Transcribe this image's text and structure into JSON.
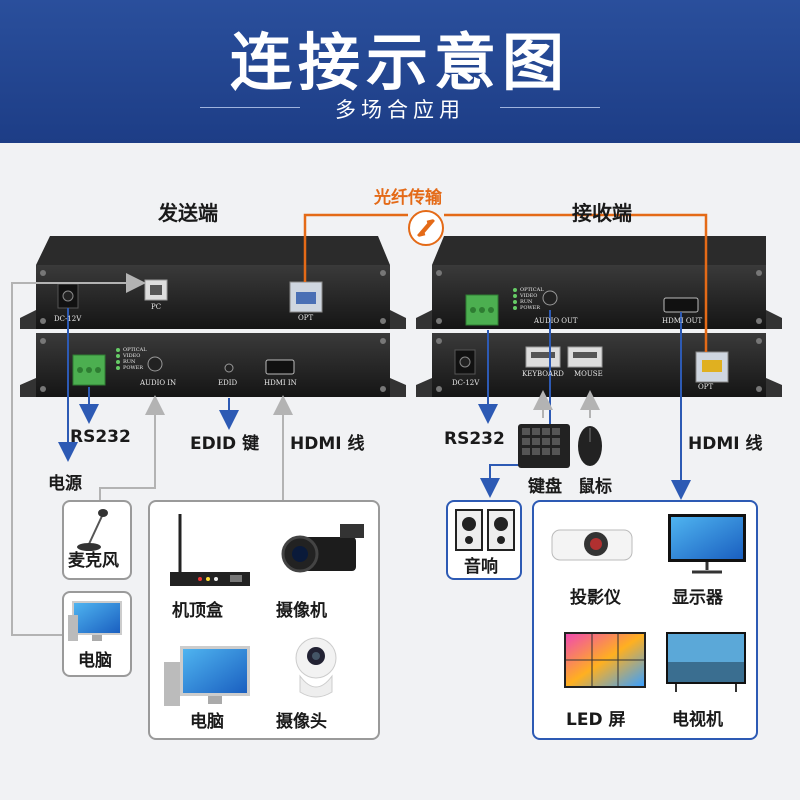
{
  "header": {
    "title": "连接示意图",
    "subtitle": "多场合应用"
  },
  "sections": {
    "sender": "发送端",
    "receiver": "接收端",
    "fiber": "光纤传输"
  },
  "sender_ports": {
    "top": [
      "DC-12V",
      "PC",
      "OPT"
    ],
    "bottom": [
      "AUDIO IN",
      "EDID",
      "HDMI IN"
    ],
    "leds": [
      "OPTICAL",
      "VIDEO",
      "RUN",
      "POWER"
    ]
  },
  "receiver_ports": {
    "top": [
      "AUDIO OUT",
      "HDMI OUT"
    ],
    "bottom": [
      "DC-12V",
      "KEYBOARD",
      "MOUSE",
      "OPT"
    ],
    "leds": [
      "OPTICAL",
      "VIDEO",
      "RUN",
      "POWER"
    ]
  },
  "labels": {
    "rs232_left": "RS232",
    "edid_key": "EDID 键",
    "hdmi_line_left": "HDMI 线",
    "power": "电源",
    "rs232_right": "RS232",
    "hdmi_line_right": "HDMI 线",
    "keyboard": "键盘",
    "mouse": "鼠标"
  },
  "sources": {
    "microphone": "麦克风",
    "pc_left": "电脑",
    "settop": "机顶盒",
    "camcorder": "摄像机",
    "pc": "电脑",
    "webcam": "摄像头"
  },
  "outputs": {
    "speaker": "音响",
    "projector": "投影仪",
    "monitor": "显示器",
    "led_screen": "LED 屏",
    "tv": "电视机"
  },
  "colors": {
    "header_blue": "#1d3d86",
    "arrow_blue": "#2d5ab4",
    "arrow_gray": "#b3b3b3",
    "fiber_orange": "#e46a17",
    "terminal_green": "#4caf50"
  }
}
